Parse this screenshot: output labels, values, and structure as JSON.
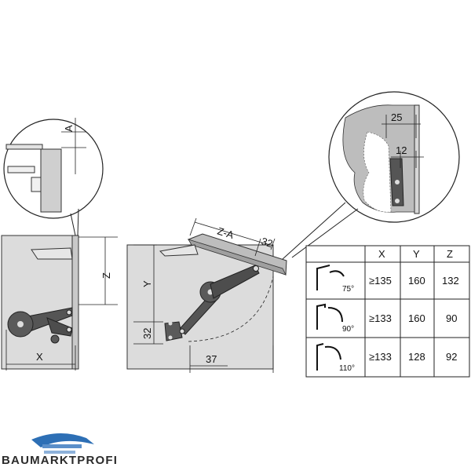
{
  "dimensions": {
    "a": "A",
    "z": "Z",
    "x": "X",
    "y": "Y",
    "z_minus_a": "Z-A",
    "d32_top": "32",
    "d32_side": "32",
    "d37": "37",
    "d25": "25",
    "d12": "12"
  },
  "table": {
    "headers": [
      "X",
      "Y",
      "Z"
    ],
    "rows": [
      {
        "angle": "75°",
        "x": "≥135",
        "y": "160",
        "z": "132"
      },
      {
        "angle": "90°",
        "x": "≥133",
        "y": "160",
        "z": "90"
      },
      {
        "angle": "110°",
        "x": "≥133",
        "y": "128",
        "z": "92"
      }
    ]
  },
  "logo": {
    "text": "BAUMARKTPROFI"
  },
  "colors": {
    "panel": "#dcdcdc",
    "part": "#555555",
    "line": "#222222",
    "logo_blue": "#2d6fb5"
  }
}
